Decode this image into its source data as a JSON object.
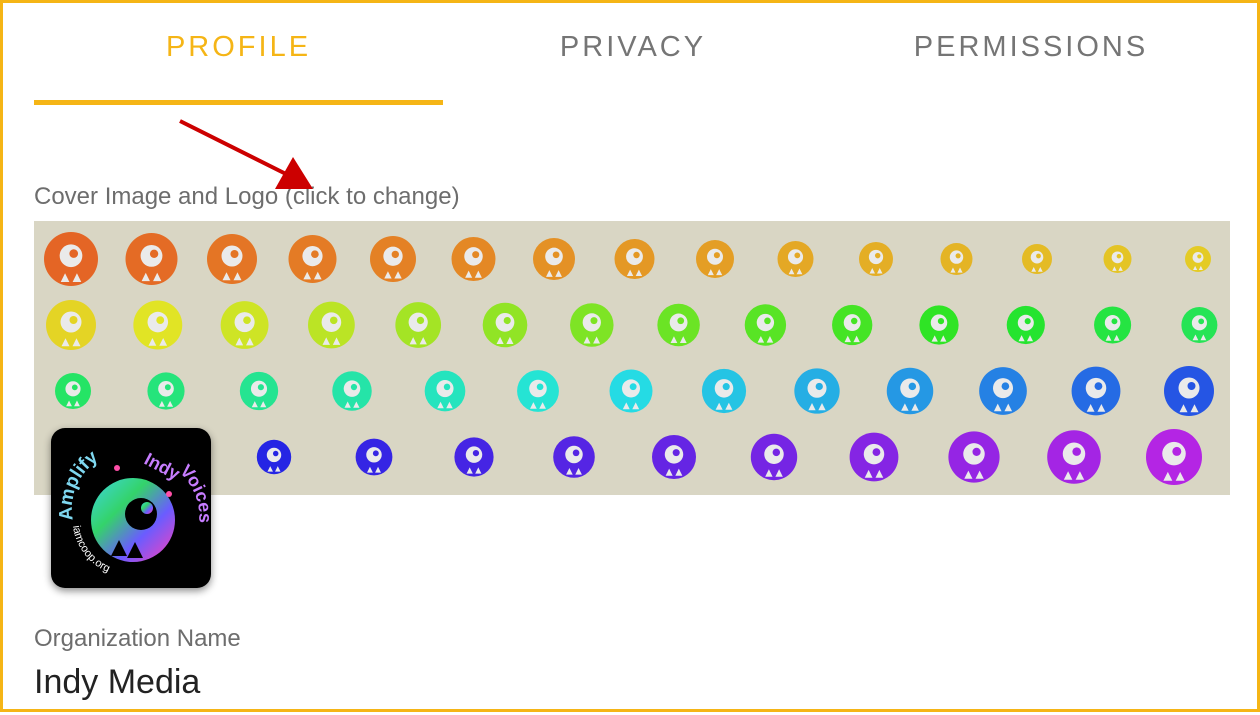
{
  "tabs": [
    {
      "label": "PROFILE",
      "active": true
    },
    {
      "label": "PRIVACY",
      "active": false
    },
    {
      "label": "PERMISSIONS",
      "active": false
    }
  ],
  "cover": {
    "label": "Cover Image and Logo (click to change)",
    "background": "#d9d6c4"
  },
  "logo": {
    "ring_text_1": "Amplify",
    "ring_text_2": "Indy",
    "ring_text_3": "Voices",
    "ring_text_4": "iamcoop.org"
  },
  "organization": {
    "label": "Organization Name",
    "value": "Indy Media"
  },
  "colors": {
    "accent": "#f5b516",
    "tab_inactive": "#757575",
    "annotation_arrow": "#cc0000"
  }
}
